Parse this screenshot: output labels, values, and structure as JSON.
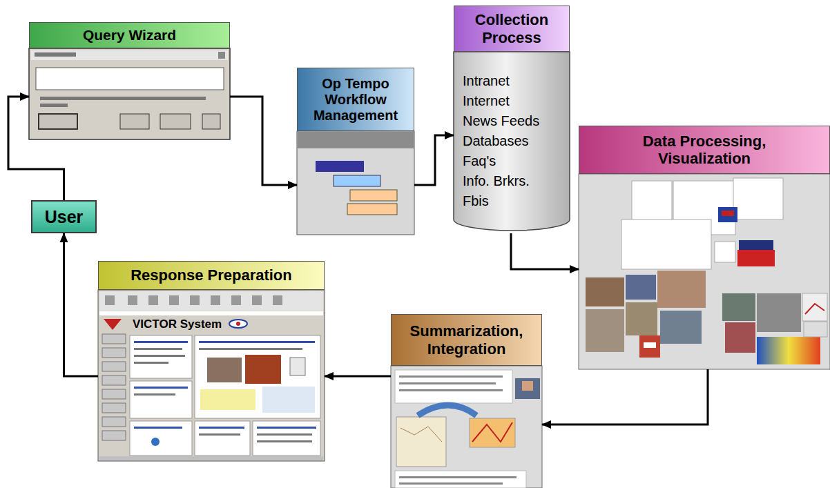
{
  "diagram": {
    "nodes": [
      {
        "text": [
          "Query Wizard"
        ]
      },
      {
        "text": [
          "Op Tempo Workflow Management"
        ]
      },
      {
        "text": [
          "Collection Process",
          "Intranet",
          "Internet",
          "News Feeds",
          "Databases",
          "Faq's",
          "Info. Brkrs.",
          "Fbis"
        ]
      },
      {
        "text": [
          "Data Processing, Visualization"
        ]
      },
      {
        "text": [
          "Summarization, Integration"
        ]
      },
      {
        "text": [
          "Response Preparation",
          "VICTOR System"
        ]
      },
      {
        "text": [
          "User"
        ]
      }
    ],
    "edges": [
      {
        "from": 6,
        "to": 0,
        "arrow": "to"
      },
      {
        "from": 0,
        "to": 1,
        "arrow": "to"
      },
      {
        "from": 1,
        "to": 2,
        "arrow": "to"
      },
      {
        "from": 2,
        "to": 3,
        "arrow": "to"
      },
      {
        "from": 3,
        "to": 4,
        "arrow": "to"
      },
      {
        "from": 4,
        "to": 5,
        "arrow": "to"
      },
      {
        "from": 5,
        "to": 6,
        "arrow": "to"
      }
    ]
  }
}
